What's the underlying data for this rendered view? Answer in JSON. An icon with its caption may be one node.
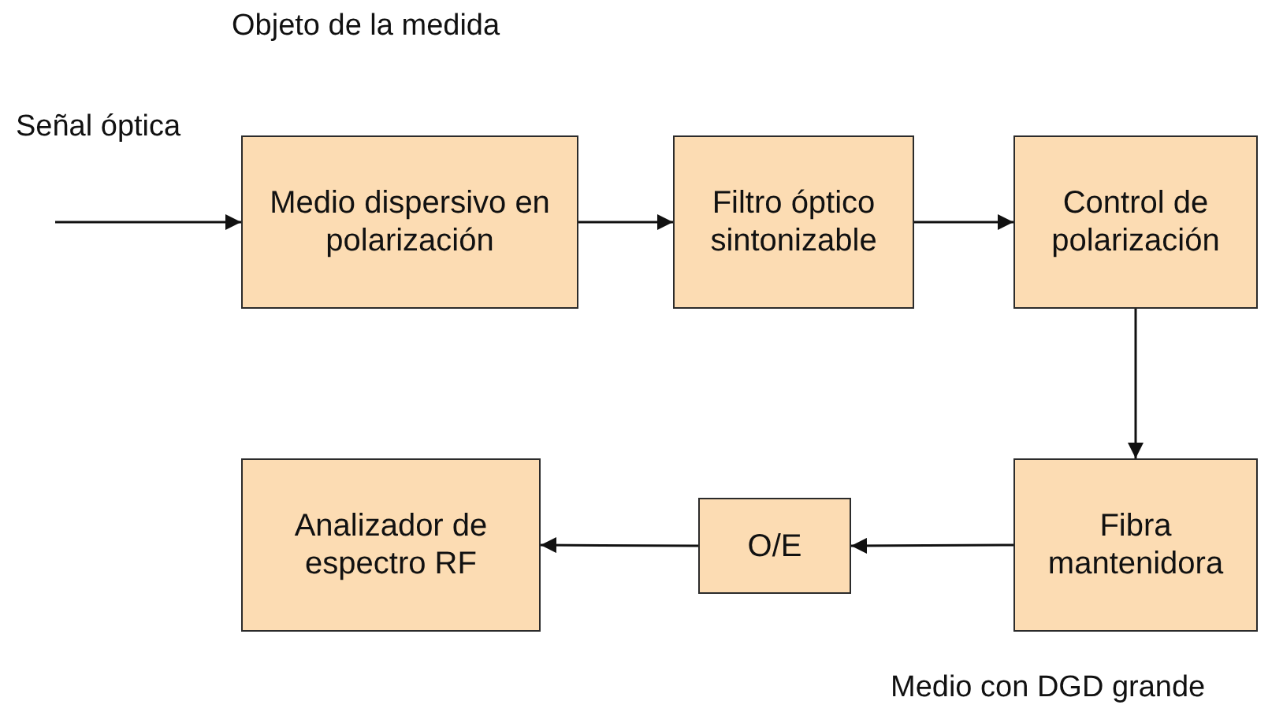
{
  "diagram": {
    "nodes": [
      {
        "text": [
          "Medio dispersivo en polarización"
        ],
        "beside": [
          "Objeto de la medida"
        ]
      },
      {
        "text": [
          "Filtro óptico sintonizable"
        ]
      },
      {
        "text": [
          "Control de polarización"
        ]
      },
      {
        "text": [
          "Analizador de espectro RF"
        ]
      },
      {
        "text": [
          "O/E"
        ]
      },
      {
        "text": [
          "Fibra mantenidora"
        ],
        "beside": [
          "Medio con DGD grande"
        ]
      }
    ],
    "edges": [
      {
        "from": null,
        "to": 0,
        "arrow": "to",
        "label": "Señal óptica"
      },
      {
        "from": 0,
        "to": 1,
        "arrow": "to"
      },
      {
        "from": 1,
        "to": 2,
        "arrow": "to"
      },
      {
        "from": 2,
        "to": 5,
        "arrow": "to"
      },
      {
        "from": 5,
        "to": 4,
        "arrow": "to"
      },
      {
        "from": 4,
        "to": 3,
        "arrow": "to"
      }
    ]
  }
}
